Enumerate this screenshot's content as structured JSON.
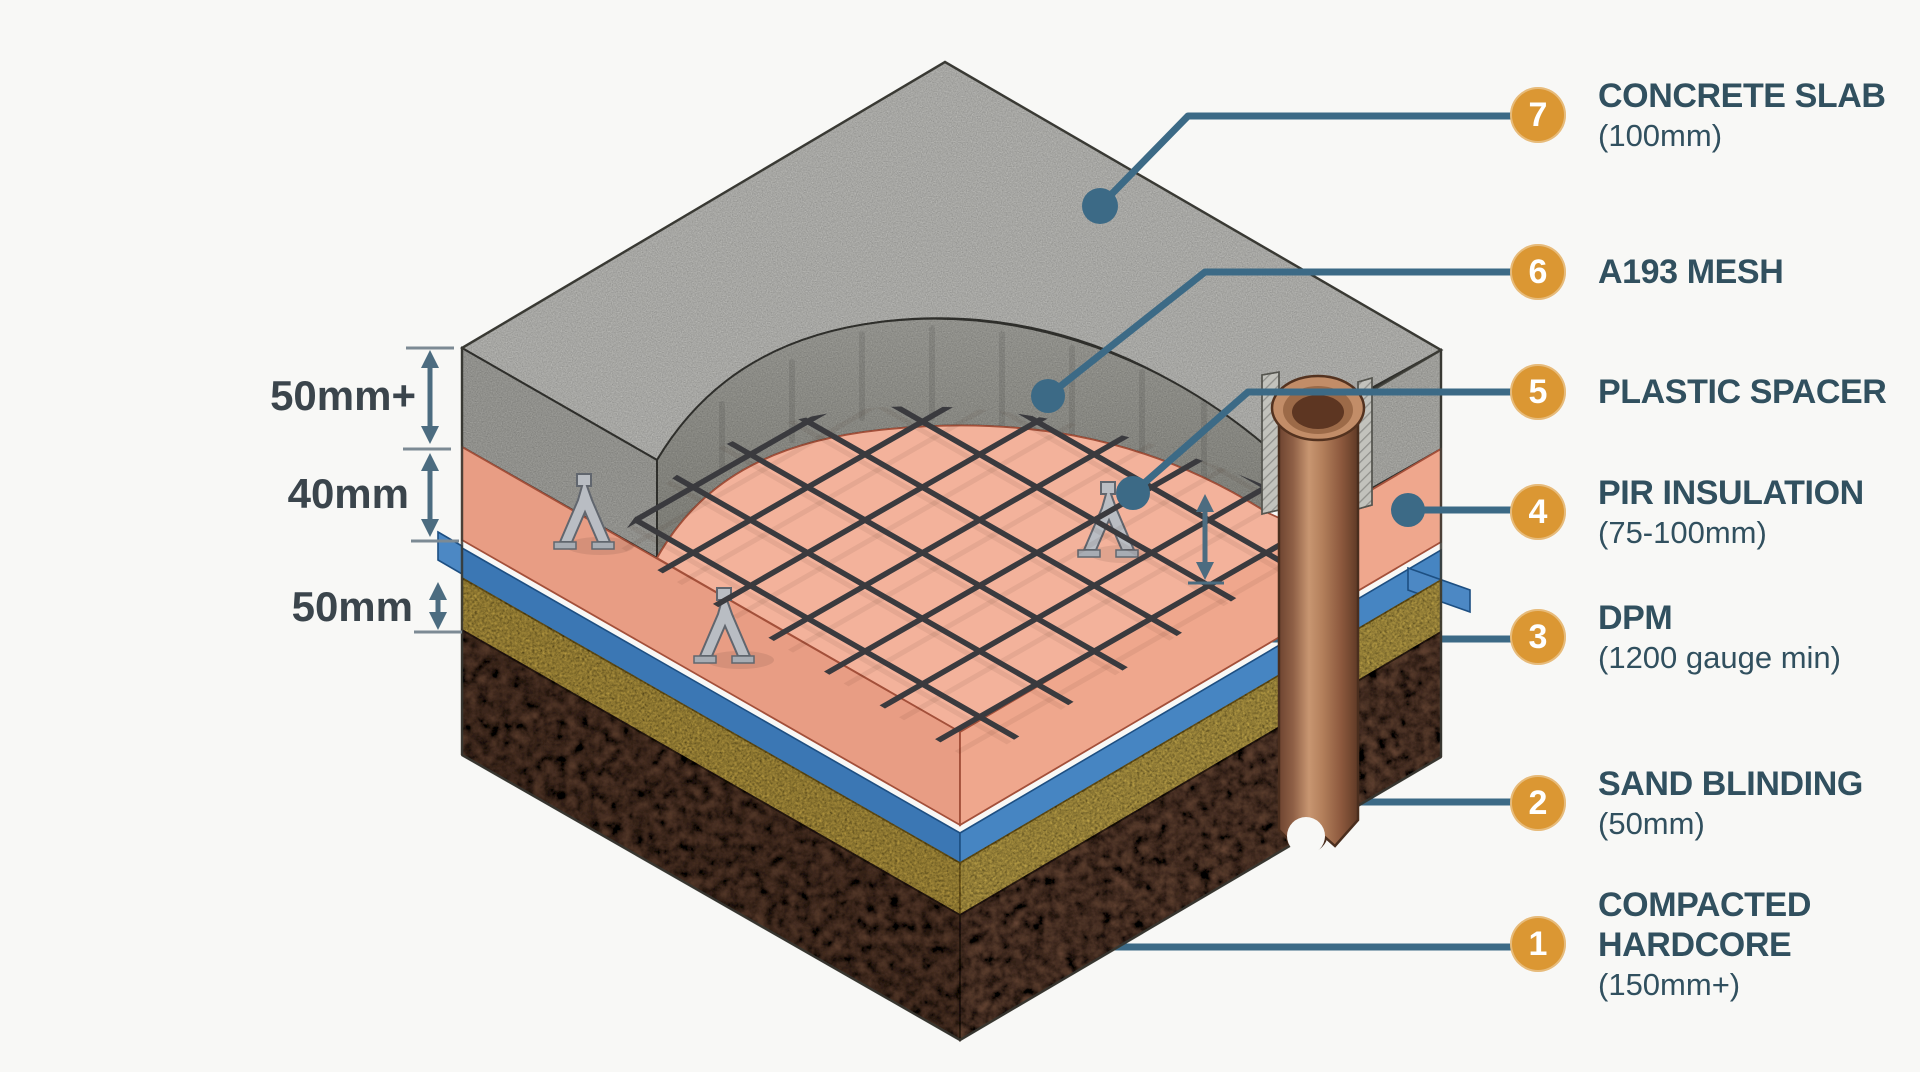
{
  "diagram": {
    "type": "isometric-cutaway-construction-diagram",
    "subject": "Insulated concrete ground floor slab build-up"
  },
  "legend": {
    "items": [
      {
        "num": "7",
        "lines": [
          "CONCRETE SLAB"
        ],
        "subtitle": "(100mm)"
      },
      {
        "num": "6",
        "lines": [
          "A193 MESH"
        ],
        "subtitle": ""
      },
      {
        "num": "5",
        "lines": [
          "PLASTIC SPACER"
        ],
        "subtitle": ""
      },
      {
        "num": "4",
        "lines": [
          "PIR INSULATION"
        ],
        "subtitle": "(75-100mm)"
      },
      {
        "num": "3",
        "lines": [
          "DPM"
        ],
        "subtitle": "(1200 gauge min)"
      },
      {
        "num": "2",
        "lines": [
          "SAND BLINDING"
        ],
        "subtitle": "(50mm)"
      },
      {
        "num": "1",
        "lines": [
          "COMPACTED",
          "HARDCORE"
        ],
        "subtitle": "(150mm+)"
      }
    ]
  },
  "dimensions": {
    "marks": [
      {
        "label": "50mm+"
      },
      {
        "label": "40mm"
      },
      {
        "label": "50mm"
      }
    ]
  },
  "colors": {
    "badge_orange": "#DB9733",
    "leader_slate": "#3C6A86",
    "label_text": "#31505F",
    "dimension_text": "#3B454C",
    "concrete_grey": "#CBCBC7",
    "insulation_salmon": "#F2B09A",
    "dpm_blue": "#3B77B4",
    "sand_yellow": "#D6B64F",
    "hardcore_brown": "#745039",
    "pipe_copper": "#B5805F",
    "background": "#F8F8F6"
  }
}
